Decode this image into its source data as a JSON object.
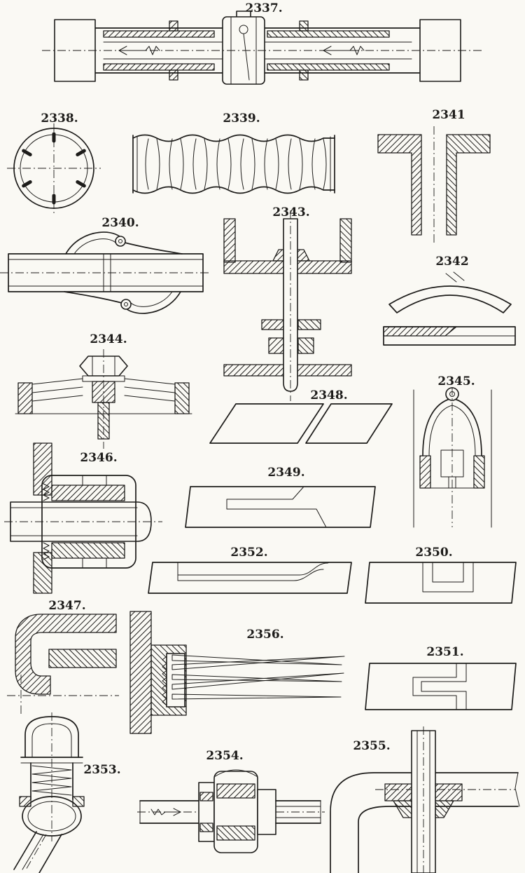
{
  "palette": {
    "paper": "#faf9f4",
    "ink": "#1d1c1a"
  },
  "figures": {
    "f2337": {
      "label": "2337."
    },
    "f2338": {
      "label": "2338."
    },
    "f2339": {
      "label": "2339."
    },
    "f2340": {
      "label": "2340."
    },
    "f2341": {
      "label": "2341"
    },
    "f2342": {
      "label": "2342"
    },
    "f2343": {
      "label": "2343."
    },
    "f2344": {
      "label": "2344."
    },
    "f2345": {
      "label": "2345."
    },
    "f2346": {
      "label": "2346."
    },
    "f2347": {
      "label": "2347."
    },
    "f2348": {
      "label": "2348."
    },
    "f2349": {
      "label": "2349."
    },
    "f2350": {
      "label": "2350."
    },
    "f2351": {
      "label": "2351."
    },
    "f2352": {
      "label": "2352."
    },
    "f2353": {
      "label": "2353."
    },
    "f2354": {
      "label": "2354."
    },
    "f2355": {
      "label": "2355."
    },
    "f2356": {
      "label": "2356."
    }
  }
}
